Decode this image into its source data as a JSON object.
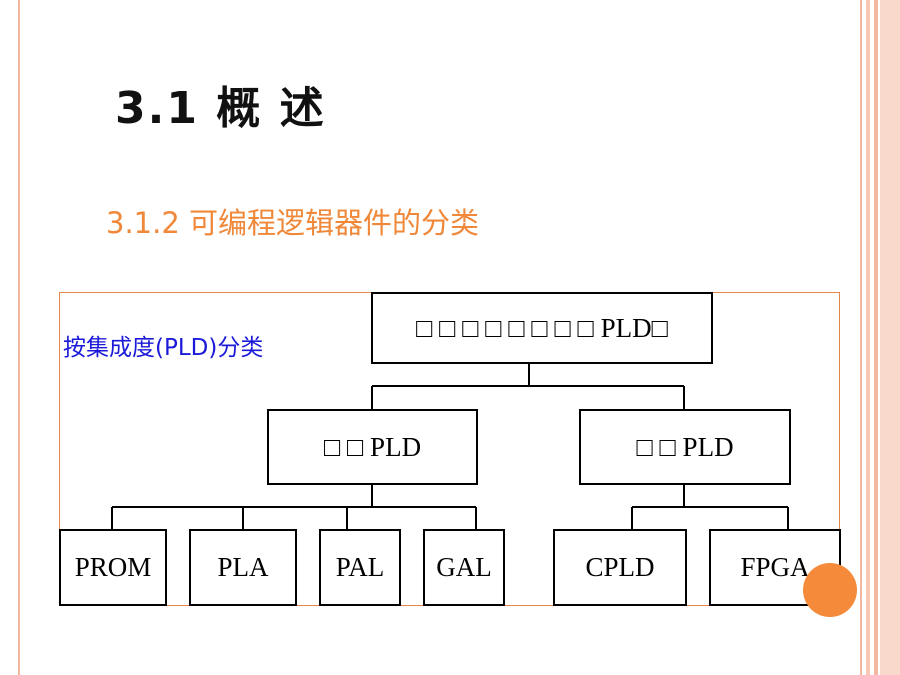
{
  "slide": {
    "title": "3.1 概  述",
    "subtitle": "3.1.2   可编程逻辑器件的分类",
    "classification_label": "按集成度(PLD)分类"
  },
  "diagram": {
    "root": "□ □ □ □ □ □ □ □ PLD□",
    "level1": [
      "□ □ PLD",
      "□ □ PLD"
    ],
    "leaves": [
      "PROM",
      "PLA",
      "PAL",
      "GAL",
      "CPLD",
      "FPGA"
    ]
  },
  "colors": {
    "subtitle": "#f0883a",
    "label": "#1a1ad8",
    "frame": "#e8874a",
    "accent_dot": "#f58a3a"
  }
}
